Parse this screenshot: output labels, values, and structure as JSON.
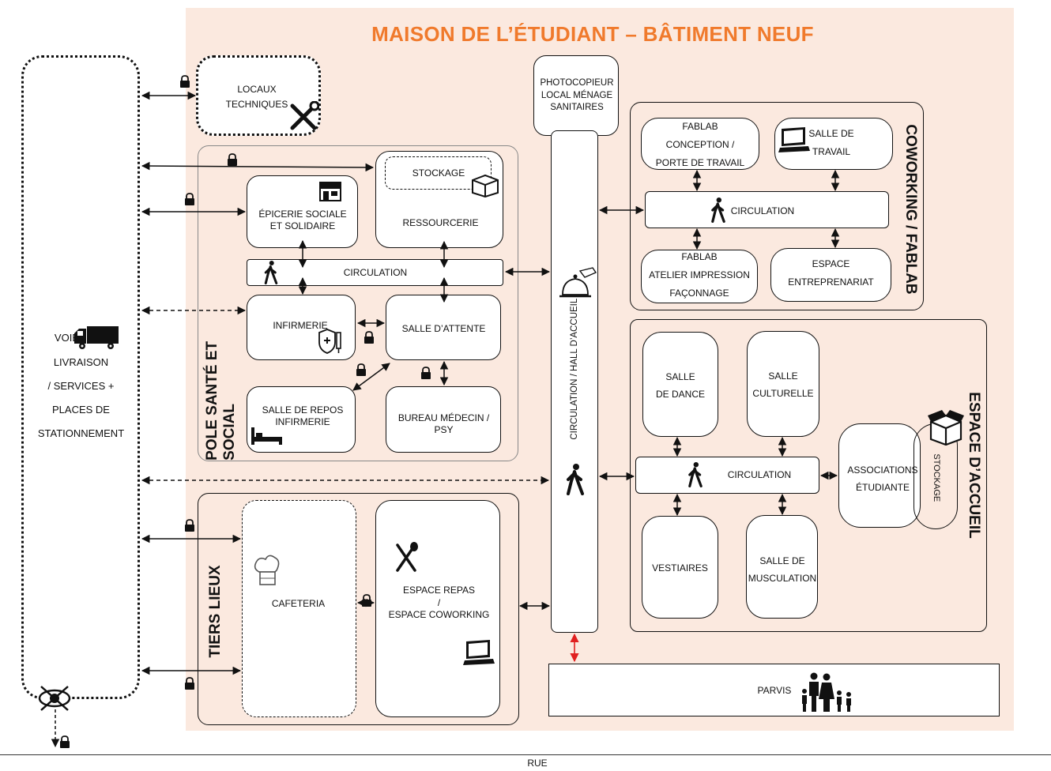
{
  "title": "MAISON DE L’ÉTUDIANT – BÂTIMENT NEUF",
  "street": "RUE",
  "left_zone": {
    "line1": "VOIE",
    "line2": "LIVRAISON",
    "line3": "/ SERVICES +",
    "line4": "PLACES DE",
    "line5": "STATIONNEMENT"
  },
  "locaux_techniques": "LOCAUX\nTECHNIQUES",
  "photocopieur": "PHOTOCOPIEUR\nLOCAL MÉNAGE\nSANITAIRES",
  "hall": "CIRCULATION / HALL D’ACCUEIL",
  "parvis": "PARVIS",
  "pole_sante": {
    "title": "POLE SANTÉ ET\nSOCIAL",
    "stockage": "STOCKAGE",
    "ressourcerie": "RESSOURCERIE",
    "epicerie": "ÉPICERIE SOCIALE\nET SOLIDAIRE",
    "circulation": "CIRCULATION",
    "infirmerie": "INFIRMERIE",
    "salle_attente": "SALLE D’ATTENTE",
    "salle_repos": "SALLE DE REPOS\nINFIRMERIE",
    "bureau_medecin": "BUREAU MÉDECIN /\nPSY"
  },
  "tiers_lieux": {
    "title": "TIERS LIEUX",
    "cafeteria": "CAFETERIA",
    "espace_repas": "ESPACE REPAS\n/\nESPACE COWORKING"
  },
  "coworking": {
    "title": "COWORKING / FABLAB",
    "fablab_conception": "FABLAB\nCONCEPTION /\nPORTE DE TRAVAIL",
    "salle_travail": "SALLE DE\nTRAVAIL",
    "circulation": "CIRCULATION",
    "fablab_atelier": "FABLAB\nATELIER IMPRESSION\nFAÇONNAGE",
    "espace_entrepreneuriat": "ESPACE\nENTREPRENARIAT"
  },
  "accueil": {
    "title": "ESPACE D’ACCUEIL",
    "salle_dance": "SALLE\nDE DANCE",
    "salle_culturelle": "SALLE\nCULTURELLE",
    "circulation": "CIRCULATION",
    "associations": "ASSOCIATIONS\nÉTUDIANTE",
    "stockage": "STOCKAGE",
    "vestiaires": "VESTIAIRES",
    "salle_musculation": "SALLE DE\nMUSCULATION"
  },
  "colors": {
    "title": "#f07a2c",
    "building_bg": "#fbe9df",
    "accent_arrow": "#e02020"
  }
}
